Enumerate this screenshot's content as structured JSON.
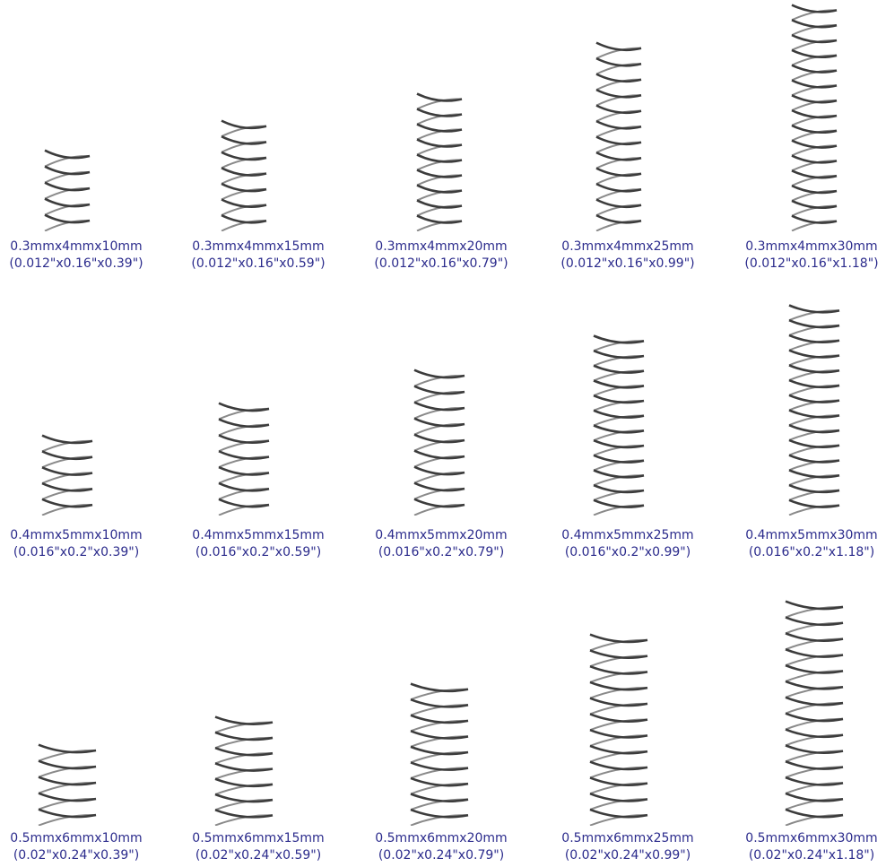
{
  "springs": [
    {
      "metric": "0.3mmx4mmx10mm",
      "imperial": "(0.012\"x0.16\"x0.39\")"
    },
    {
      "metric": "0.3mmx4mmx15mm",
      "imperial": "(0.012\"x0.16\"x0.59\")"
    },
    {
      "metric": "0.3mmx4mmx20mm",
      "imperial": "(0.012\"x0.16\"x0.79\")"
    },
    {
      "metric": "0.3mmx4mmx25mm",
      "imperial": "(0.012\"x0.16\"x0.99\")"
    },
    {
      "metric": "0.3mmx4mmx30mm",
      "imperial": "(0.012\"x0.16\"x1.18\")"
    },
    {
      "metric": "0.4mmx5mmx10mm",
      "imperial": "(0.016\"x0.2\"x0.39\")"
    },
    {
      "metric": "0.4mmx5mmx15mm",
      "imperial": "(0.016\"x0.2\"x0.59\")"
    },
    {
      "metric": "0.4mmx5mmx20mm",
      "imperial": "(0.016\"x0.2\"x0.79\")"
    },
    {
      "metric": "0.4mmx5mmx25mm",
      "imperial": "(0.016\"x0.2\"x0.99\")"
    },
    {
      "metric": "0.4mmx5mmx30mm",
      "imperial": "(0.016\"x0.2\"x1.18\")"
    },
    {
      "metric": "0.5mmx6mmx10mm",
      "imperial": "(0.02\"x0.24\"x0.39\")"
    },
    {
      "metric": "0.5mmx6mmx15mm",
      "imperial": "(0.02\"x0.24\"x0.59\")"
    },
    {
      "metric": "0.5mmx6mmx20mm",
      "imperial": "(0.02\"x0.24\"x0.79\")"
    },
    {
      "metric": "0.5mmx6mmx25mm",
      "imperial": "(0.02\"x0.24\"x0.99\")"
    },
    {
      "metric": "0.5mmx6mmx30mm",
      "imperial": "(0.02\"x0.24\"x1.18\")"
    }
  ]
}
